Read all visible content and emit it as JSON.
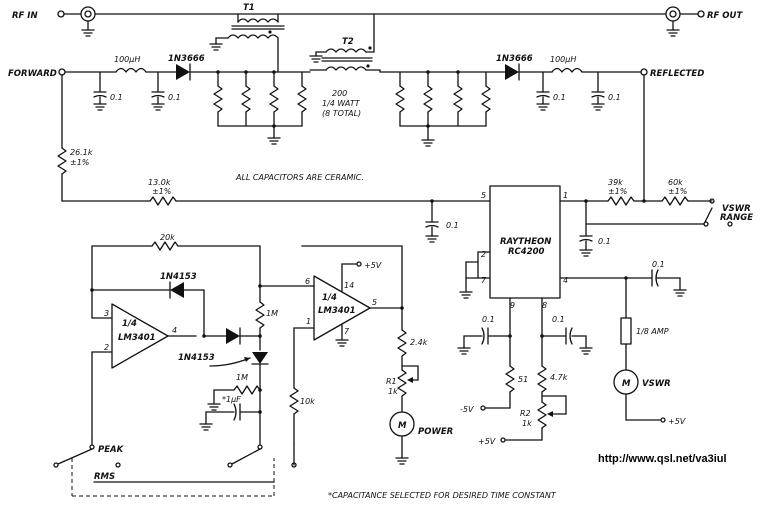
{
  "ports": {
    "rf_in": "RF IN",
    "rf_out": "RF OUT",
    "forward": "FORWARD",
    "reflected": "REFLECTED"
  },
  "transformers": {
    "t1": "T1",
    "t2": "T2"
  },
  "resistor_bank": {
    "value": "200",
    "rating": "1/4 WATT",
    "count": "(8 TOTAL)"
  },
  "components": {
    "l_fwd": "100µH",
    "l_ref": "100µH",
    "d_fwd": "1N3666",
    "d_ref": "1N3666",
    "c_fwd1": "0.1",
    "c_fwd2": "0.1",
    "c_ref1": "0.1",
    "c_ref2": "0.1",
    "r_26k1": "26.1k",
    "r_26k1_tol": "±1%",
    "r_13k0": "13.0k",
    "r_13k0_tol": "±1%",
    "c_pin5": "0.1",
    "r_39k": "39k",
    "r_39k_tol": "±1%",
    "r_60k": "60k",
    "r_60k_tol": "±1%",
    "vswr_range": "VSWR",
    "vswr_range2": "RANGE",
    "c_pin1": "0.1",
    "c_pin4": "0.1",
    "r_20k": "20k",
    "d_fb": "1N4153",
    "d_peak": "1N4153",
    "opamp1_line1": "1/4",
    "opamp1_line2": "LM3401",
    "opamp2_line1": "1/4",
    "opamp2_line2": "LM3401",
    "supply_plus": "+5V",
    "r_1m_top": "1M",
    "r_1m_bot": "1M",
    "c_star": "*1µF",
    "r_10k": "10k",
    "r_2k4": "2.4k",
    "r1_name": "R1",
    "r1_val": "1k",
    "power_label": "POWER",
    "ic_line1": "RAYTHEON",
    "ic_line2": "RC4200",
    "c_pin9": "0.1",
    "c_pin8": "0.1",
    "r_51": "51",
    "r_4k7": "4.7k",
    "r2_name": "R2",
    "r2_val": "1k",
    "supply_minus": "-5V",
    "supply_plus2": "+5V",
    "amp_label": "1/8 AMP",
    "vswr_meter": "VSWR",
    "supply_plus3": "+5V",
    "peak": "PEAK",
    "rms": "RMS",
    "meter_letter": "M"
  },
  "pins": {
    "ic": [
      "5",
      "1",
      "2",
      "7",
      "4",
      "9",
      "8"
    ],
    "op1": [
      "3",
      "2",
      "4"
    ],
    "op2": [
      "6",
      "1",
      "5",
      "14",
      "7"
    ]
  },
  "notes": {
    "ceramic": "ALL CAPACITORS ARE CERAMIC.",
    "footnote": "*CAPACITANCE SELECTED FOR DESIRED TIME CONSTANT",
    "url": "http://www.qsl.net/va3iul"
  }
}
